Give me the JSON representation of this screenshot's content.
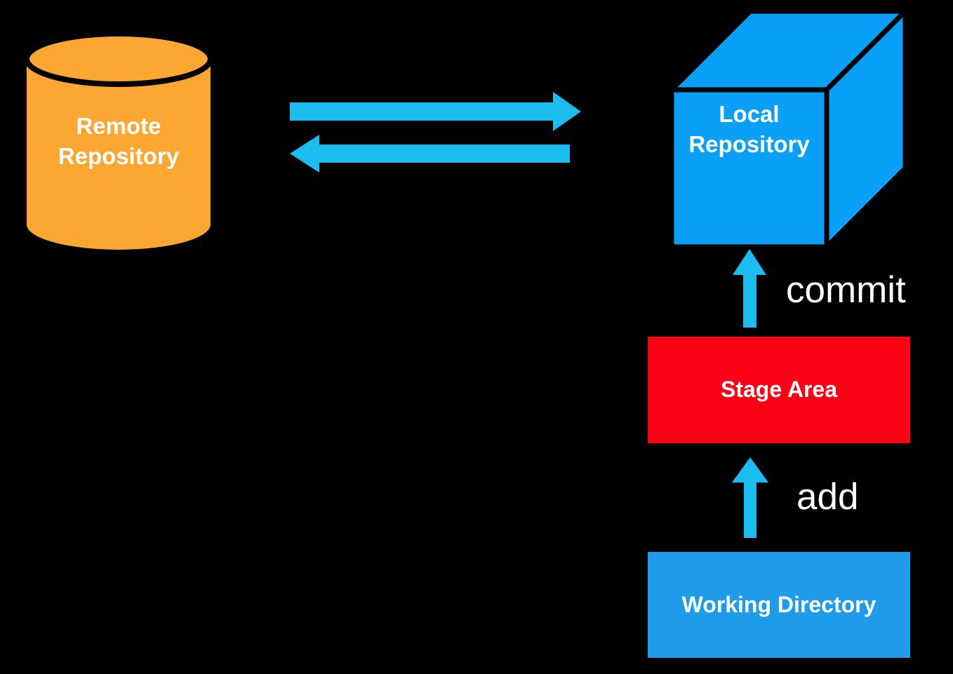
{
  "diagram": {
    "background": "#000000",
    "text_color": "#ffffff",
    "arrow_color": "#1abded",
    "outline_color": "#000000",
    "nodes": {
      "remote_repository": {
        "label": "Remote Repository",
        "shape": "cylinder",
        "color": "#fda733"
      },
      "local_repository": {
        "label": "Local Repository",
        "shape": "cube",
        "color": "#0aa0f8"
      },
      "stage_area": {
        "label": "Stage Area",
        "shape": "rectangle",
        "color": "#fc0016"
      },
      "working_directory": {
        "label": "Working Directory",
        "shape": "rectangle",
        "color": "#1e9ce9"
      }
    },
    "edges": [
      {
        "from": "remote_repository",
        "to": "local_repository",
        "label": ""
      },
      {
        "from": "local_repository",
        "to": "remote_repository",
        "label": ""
      },
      {
        "from": "stage_area",
        "to": "local_repository",
        "label": "commit"
      },
      {
        "from": "working_directory",
        "to": "stage_area",
        "label": "add"
      }
    ]
  }
}
